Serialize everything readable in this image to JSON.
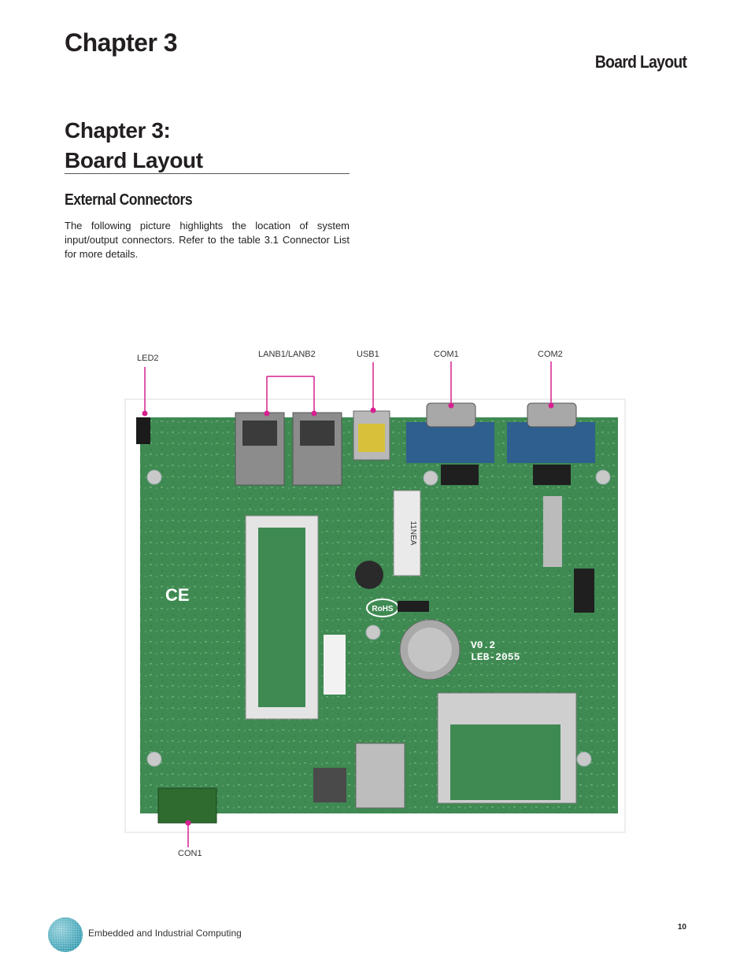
{
  "header": {
    "chapter": "Chapter 3",
    "running_title": "Board Layout"
  },
  "section": {
    "title_line1": "Chapter 3:",
    "title_line2": "Board Layout",
    "subheading": "External Connectors",
    "body": "The following picture highlights the location of system input/output connectors.  Refer to the table 3.1 Connector List for more details."
  },
  "figure": {
    "labels": {
      "led2": "LED2",
      "lanb": "LANB1/LANB2",
      "usb1": "USB1",
      "com1": "COM1",
      "com2": "COM2",
      "con1": "CON1"
    },
    "board_text": {
      "rev": "V0.2",
      "model": "LEB-2055",
      "rohs": "RoHS",
      "ce": "CE",
      "slot": "11NEA"
    },
    "colors": {
      "pcb": "#3f8a52",
      "callout": "#d6208f",
      "serial": "#2e5f8f",
      "terminal": "#2f6b2f"
    }
  },
  "footer": {
    "text": "Embedded and Industrial Computing",
    "page": "10"
  }
}
